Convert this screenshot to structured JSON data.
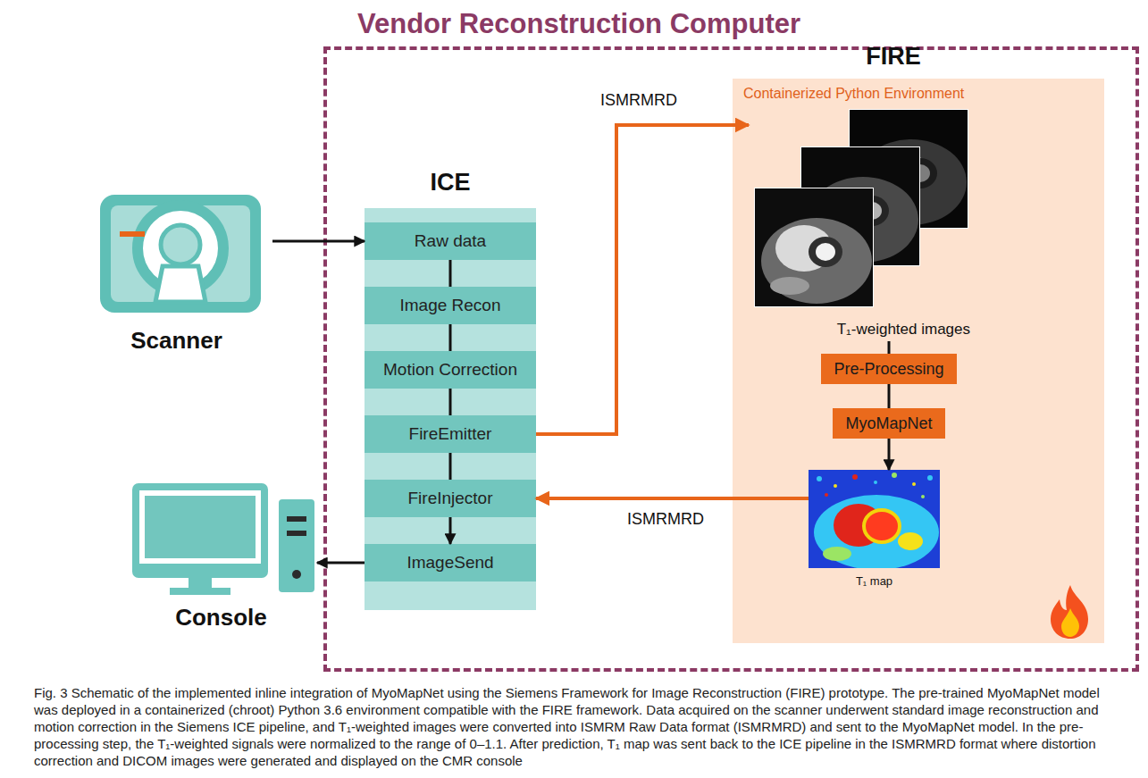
{
  "diagram": {
    "caption": "Fig. 3 Schematic of the implemented inline integration of MyoMapNet using the Siemens Framework for Image Reconstruction (FIRE) prototype. The pre-trained MyoMapNet model was deployed in a containerized (chroot) Python 3.6 environment compatible with the FIRE framework. Data acquired on the scanner underwent standard image reconstruction and motion correction in the Siemens ICE pipeline, and T₁-weighted images were converted into ISMRM Raw Data format (ISMRMRD) and sent to the MyoMapNet model. In the pre-processing step, the T₁-weighted signals were normalized to the range of 0–1.1. After prediction, T₁ map was sent back to the ICE pipeline in the ISMRMRD format where distortion correction and DICOM images were generated and displayed on the CMR console",
    "nodes": [
      {
        "text": [
          "Vendor Reconstruction Computer"
        ]
      },
      {
        "text": [
          "Scanner"
        ]
      },
      {
        "text": [
          "ICE"
        ],
        "in": 0
      },
      {
        "text": [
          "Raw data"
        ],
        "in": 2
      },
      {
        "text": [
          "Image Recon"
        ],
        "in": 2
      },
      {
        "text": [
          "Motion Correction"
        ],
        "in": 2
      },
      {
        "text": [
          "FireEmitter"
        ],
        "in": 2
      },
      {
        "text": [
          "FireInjector"
        ],
        "in": 2
      },
      {
        "text": [
          "ImageSend"
        ],
        "in": 2
      },
      {
        "text": [
          "FIRE",
          "Containerized Python Environment"
        ],
        "in": 0
      },
      {
        "text": [
          "T₁-weighted images"
        ],
        "in": 9
      },
      {
        "text": [
          "Pre-Processing"
        ],
        "in": 9
      },
      {
        "text": [
          "MyoMapNet"
        ],
        "in": 9
      },
      {
        "text": [
          "T₁ map"
        ],
        "in": 9
      },
      {
        "text": [
          "Console"
        ]
      }
    ],
    "edges": [
      {
        "from": 1,
        "to": 3,
        "arrow": "to"
      },
      {
        "from": 3,
        "to": 4,
        "arrow": "none"
      },
      {
        "from": 4,
        "to": 5,
        "arrow": "none"
      },
      {
        "from": 5,
        "to": 6,
        "arrow": "none"
      },
      {
        "from": 6,
        "to": 7,
        "arrow": "none"
      },
      {
        "from": 7,
        "to": 8,
        "arrow": "to"
      },
      {
        "from": 6,
        "to": 10,
        "label": "ISMRMRD",
        "arrow": "to"
      },
      {
        "from": 10,
        "to": 11,
        "arrow": "none"
      },
      {
        "from": 11,
        "to": 12,
        "arrow": "none"
      },
      {
        "from": 12,
        "to": 13,
        "arrow": "to"
      },
      {
        "from": 13,
        "to": 7,
        "label": "ISMRMRD",
        "arrow": "to"
      },
      {
        "from": 8,
        "to": 14,
        "arrow": "to"
      }
    ]
  }
}
